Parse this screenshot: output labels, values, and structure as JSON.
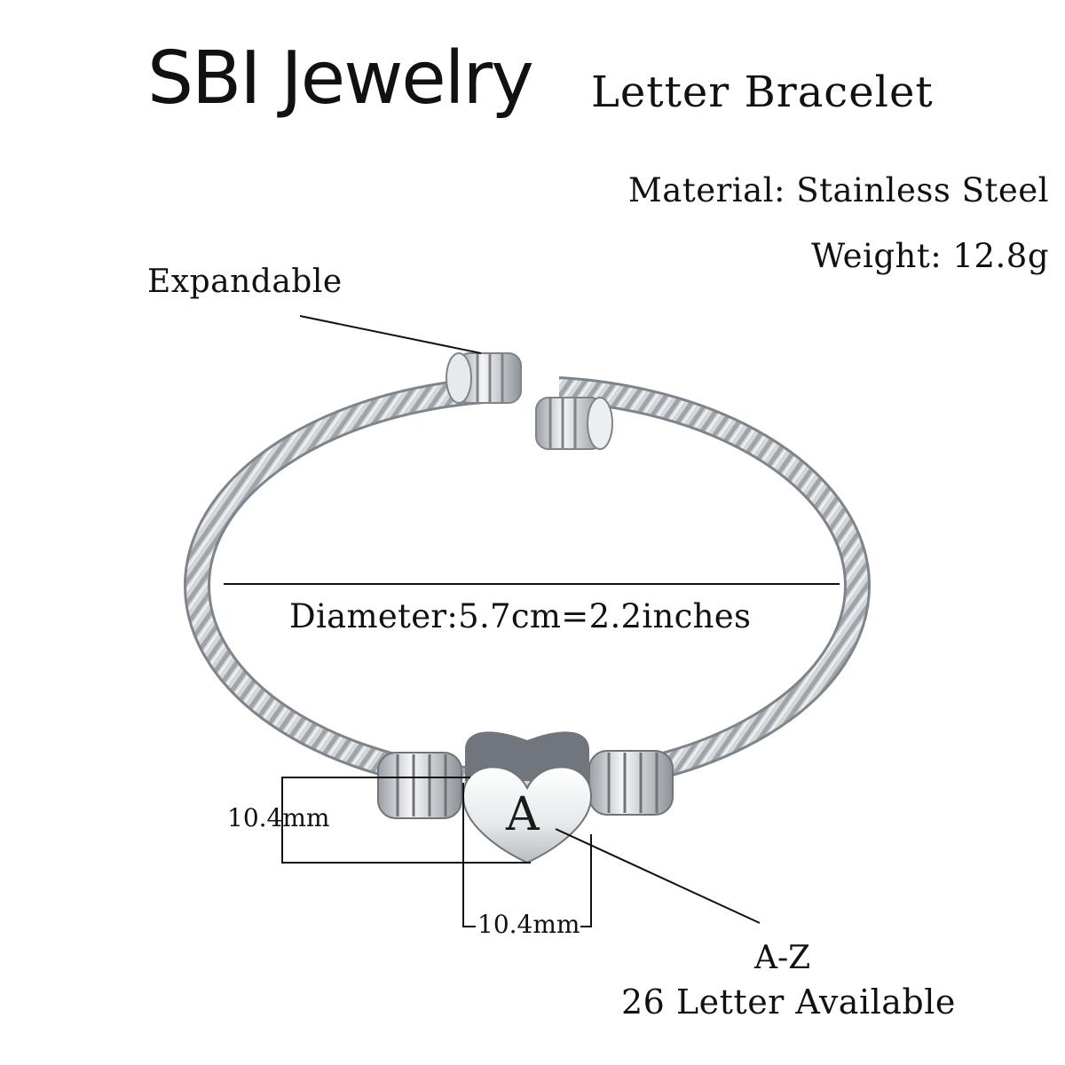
{
  "header": {
    "brand": "SBI Jewelry",
    "product": "Letter Bracelet"
  },
  "specs": {
    "material": "Material: Stainless Steel",
    "weight": "Weight: 12.8g"
  },
  "callouts": {
    "expandable": "Expandable",
    "diameter": "Diameter:5.7cm=2.2inches",
    "height": "10.4mm",
    "width": "10.4mm",
    "letter_range": "A-Z",
    "availability": "26 Letter Available"
  },
  "charm": {
    "letter": "A"
  },
  "colors": {
    "text": "#111111",
    "steel": "#c8ccd0",
    "steel_dark": "#7e848a",
    "background": "#ffffff"
  }
}
